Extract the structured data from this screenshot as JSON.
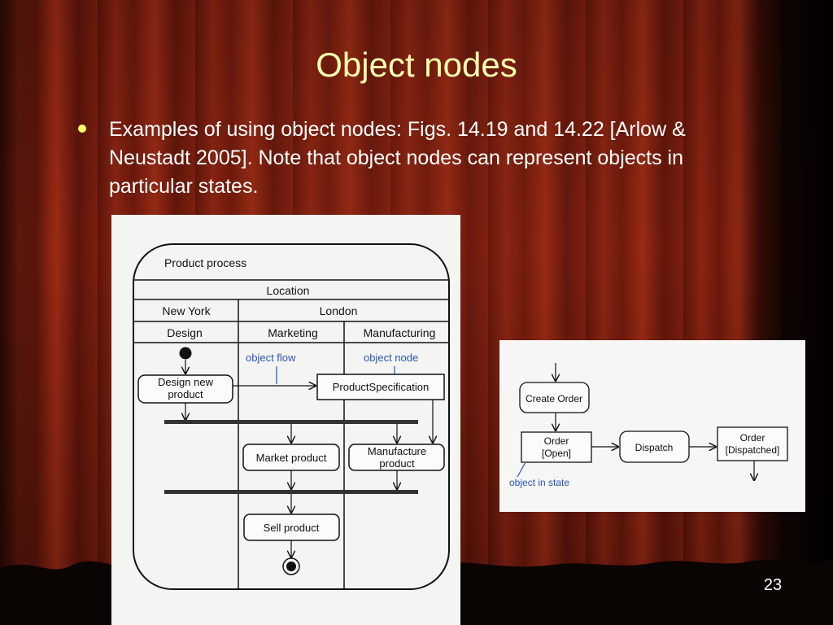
{
  "slide": {
    "title": "Object nodes",
    "bullet_text": "Examples of using object nodes: Figs. 14.19 and 14.22 [Arlow & Neustadt 2005]. Note that object nodes can represent objects in particular states.",
    "page_number": "23"
  },
  "figure1": {
    "frame_label": "Product process",
    "location_header": "Location",
    "cities": [
      "New York",
      "London"
    ],
    "departments": [
      "Design",
      "Marketing",
      "Manufacturing"
    ],
    "annotation_object_flow": "object flow",
    "annotation_object_node": "object node",
    "action_design": [
      "Design new",
      "product"
    ],
    "object_node": "ProductSpecification",
    "action_market": "Market product",
    "action_manufacture": [
      "Manufacture",
      "product"
    ],
    "action_sell": "Sell product"
  },
  "figure2": {
    "action_create": "Create Order",
    "node_open": [
      "Order",
      "[Open]"
    ],
    "action_dispatch": "Dispatch",
    "node_dispatched": [
      "Order",
      "[Dispatched]"
    ],
    "annotation_state": "object in state"
  }
}
